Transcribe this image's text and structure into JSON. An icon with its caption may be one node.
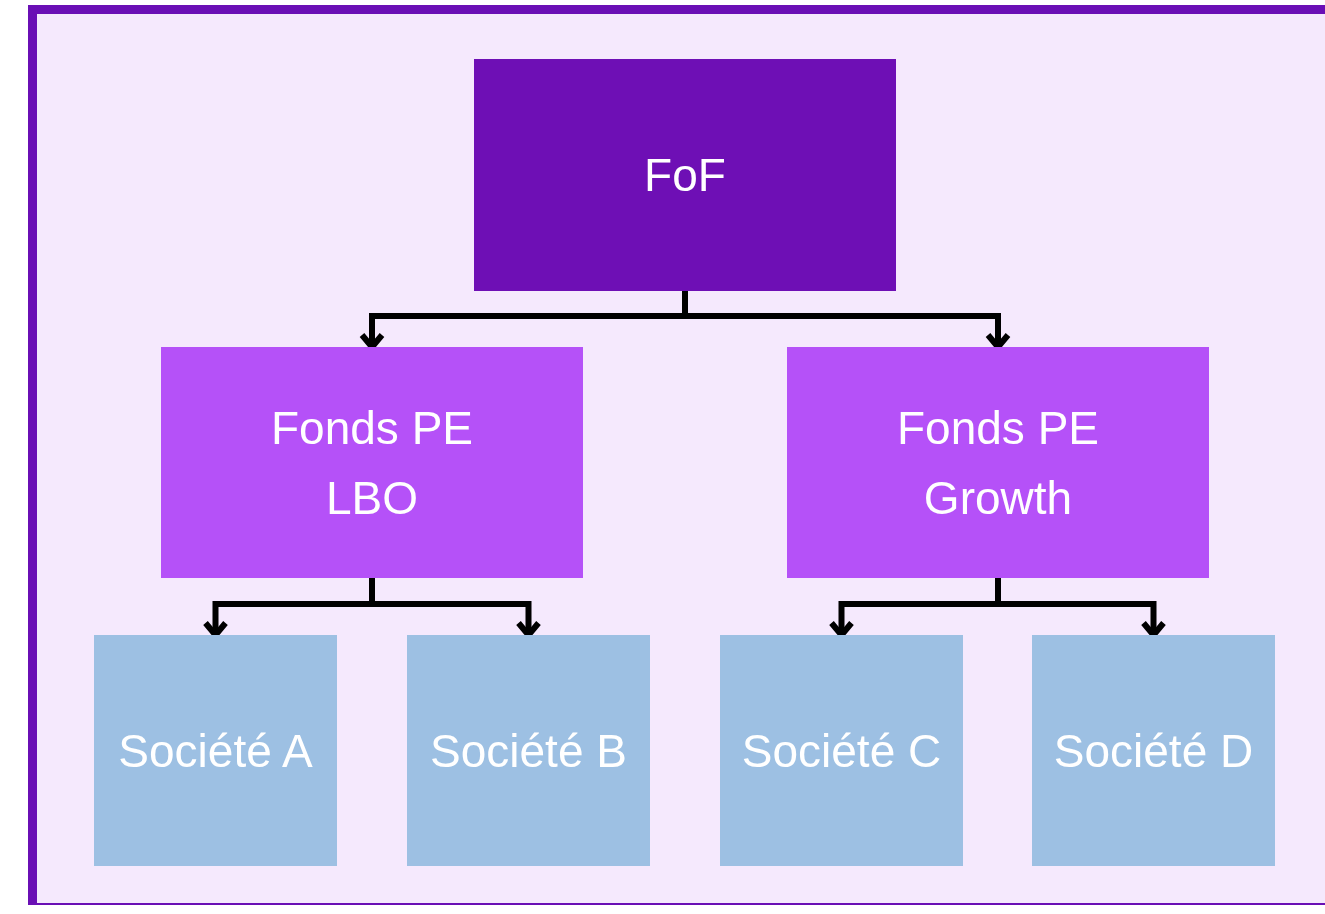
{
  "diagram": {
    "nodes": [
      {
        "text": [
          "FoF"
        ]
      },
      {
        "text": [
          "Fonds PE LBO"
        ]
      },
      {
        "text": [
          "Fonds PE Growth"
        ]
      },
      {
        "text": [
          "Société A"
        ]
      },
      {
        "text": [
          "Société B"
        ]
      },
      {
        "text": [
          "Société C"
        ]
      },
      {
        "text": [
          "Société D"
        ]
      }
    ],
    "edges": [
      {
        "from": 0,
        "to": 1,
        "arrow": "to"
      },
      {
        "from": 0,
        "to": 2,
        "arrow": "to"
      },
      {
        "from": 1,
        "to": 3,
        "arrow": "to"
      },
      {
        "from": 1,
        "to": 4,
        "arrow": "to"
      },
      {
        "from": 2,
        "to": 5,
        "arrow": "to"
      },
      {
        "from": 2,
        "to": 6,
        "arrow": "to"
      }
    ]
  }
}
